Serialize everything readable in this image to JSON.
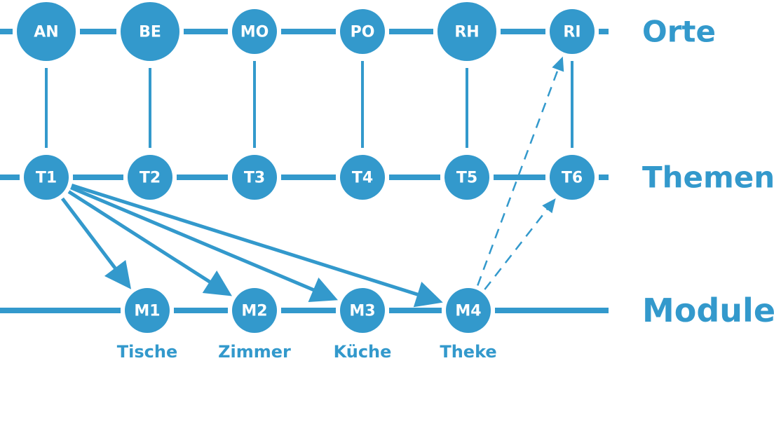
{
  "colors": {
    "accent": "#3399cc",
    "background": "#ffffff"
  },
  "rows": [
    {
      "id": "orte",
      "label": "Orte",
      "nodes": [
        {
          "id": "AN",
          "label": "AN",
          "size": "large"
        },
        {
          "id": "BE",
          "label": "BE",
          "size": "large"
        },
        {
          "id": "MO",
          "label": "MO",
          "size": "small"
        },
        {
          "id": "PO",
          "label": "PO",
          "size": "small"
        },
        {
          "id": "RH",
          "label": "RH",
          "size": "large"
        },
        {
          "id": "RI",
          "label": "RI",
          "size": "small"
        }
      ]
    },
    {
      "id": "themen",
      "label": "Themen",
      "nodes": [
        {
          "id": "T1",
          "label": "T1",
          "size": "small"
        },
        {
          "id": "T2",
          "label": "T2",
          "size": "small"
        },
        {
          "id": "T3",
          "label": "T3",
          "size": "small"
        },
        {
          "id": "T4",
          "label": "T4",
          "size": "small"
        },
        {
          "id": "T5",
          "label": "T5",
          "size": "small"
        },
        {
          "id": "T6",
          "label": "T6",
          "size": "small"
        }
      ]
    },
    {
      "id": "module",
      "label": "Module",
      "nodes": [
        {
          "id": "M1",
          "label": "M1",
          "size": "small",
          "caption": "Tische"
        },
        {
          "id": "M2",
          "label": "M2",
          "size": "small",
          "caption": "Zimmer"
        },
        {
          "id": "M3",
          "label": "M3",
          "size": "small",
          "caption": "Küche"
        },
        {
          "id": "M4",
          "label": "M4",
          "size": "small",
          "caption": "Theke"
        }
      ]
    }
  ],
  "links": [
    {
      "from": "AN",
      "to": "T1",
      "style": "solid"
    },
    {
      "from": "BE",
      "to": "T2",
      "style": "solid"
    },
    {
      "from": "MO",
      "to": "T3",
      "style": "solid"
    },
    {
      "from": "PO",
      "to": "T4",
      "style": "solid"
    },
    {
      "from": "RH",
      "to": "T5",
      "style": "solid"
    },
    {
      "from": "RI",
      "to": "T6",
      "style": "solid"
    }
  ],
  "arrows": [
    {
      "from": "T1",
      "to": "M1",
      "style": "solid"
    },
    {
      "from": "T1",
      "to": "M2",
      "style": "solid"
    },
    {
      "from": "T1",
      "to": "M3",
      "style": "solid"
    },
    {
      "from": "T1",
      "to": "M4",
      "style": "solid"
    },
    {
      "from": "M4",
      "to": "RI",
      "style": "dashed"
    },
    {
      "from": "M4",
      "to": "T6",
      "style": "dashed"
    }
  ]
}
